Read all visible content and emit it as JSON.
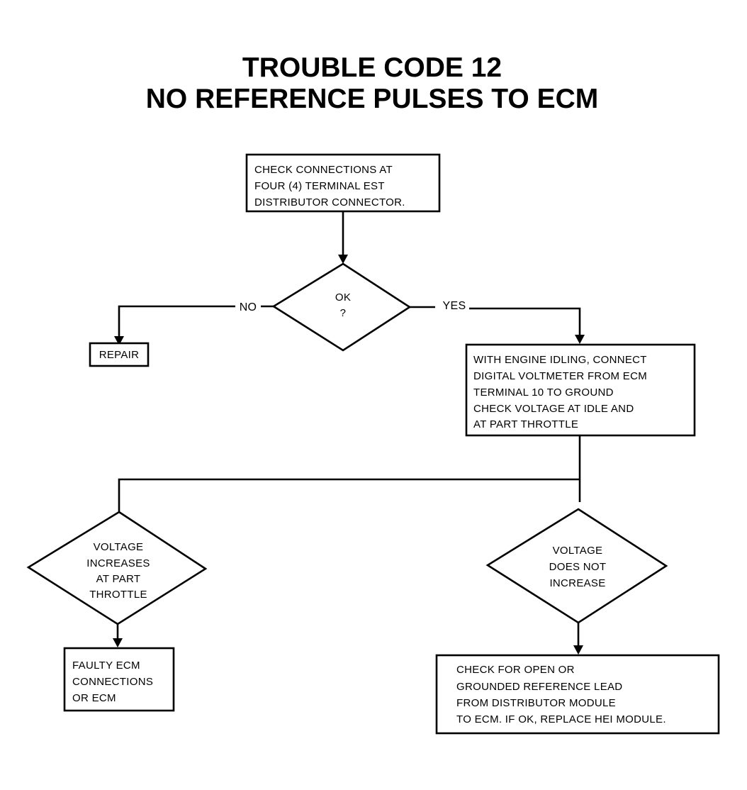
{
  "title": {
    "line1": "TROUBLE CODE 12",
    "line2": "NO REFERENCE PULSES TO ECM"
  },
  "nodes": {
    "check_connections": {
      "shape": "rectangle",
      "lines": [
        "CHECK CONNECTIONS AT",
        "FOUR (4) TERMINAL EST",
        "DISTRIBUTOR CONNECTOR."
      ]
    },
    "ok_decision": {
      "shape": "diamond",
      "lines": [
        "OK",
        "?"
      ]
    },
    "repair": {
      "shape": "rectangle",
      "lines": [
        "REPAIR"
      ]
    },
    "engine_idling": {
      "shape": "rectangle",
      "lines": [
        "WITH ENGINE IDLING, CONNECT",
        "DIGITAL VOLTMETER FROM ECM",
        "TERMINAL 10 TO GROUND",
        "CHECK VOLTAGE AT IDLE AND",
        "AT PART THROTTLE"
      ]
    },
    "voltage_increases": {
      "shape": "diamond",
      "lines": [
        "VOLTAGE",
        "INCREASES",
        "AT PART",
        "THROTTLE"
      ]
    },
    "voltage_not_increase": {
      "shape": "diamond",
      "lines": [
        "VOLTAGE",
        "DOES NOT",
        "INCREASE"
      ]
    },
    "faulty_ecm": {
      "shape": "rectangle",
      "lines": [
        "FAULTY ECM",
        "CONNECTIONS",
        "OR ECM"
      ]
    },
    "check_open": {
      "shape": "rectangle",
      "lines": [
        "CHECK FOR OPEN OR",
        "GROUNDED REFERENCE LEAD",
        "FROM DISTRIBUTOR MODULE",
        "TO ECM. IF OK, REPLACE HEI MODULE."
      ]
    }
  },
  "edge_labels": {
    "no": "NO",
    "yes": "YES"
  },
  "edges": [
    {
      "from": "check_connections",
      "to": "ok_decision"
    },
    {
      "from": "ok_decision",
      "to": "repair",
      "label": "NO"
    },
    {
      "from": "ok_decision",
      "to": "engine_idling",
      "label": "YES"
    },
    {
      "from": "engine_idling",
      "to": "voltage_increases"
    },
    {
      "from": "engine_idling",
      "to": "voltage_not_increase"
    },
    {
      "from": "voltage_increases",
      "to": "faulty_ecm"
    },
    {
      "from": "voltage_not_increase",
      "to": "check_open"
    }
  ]
}
